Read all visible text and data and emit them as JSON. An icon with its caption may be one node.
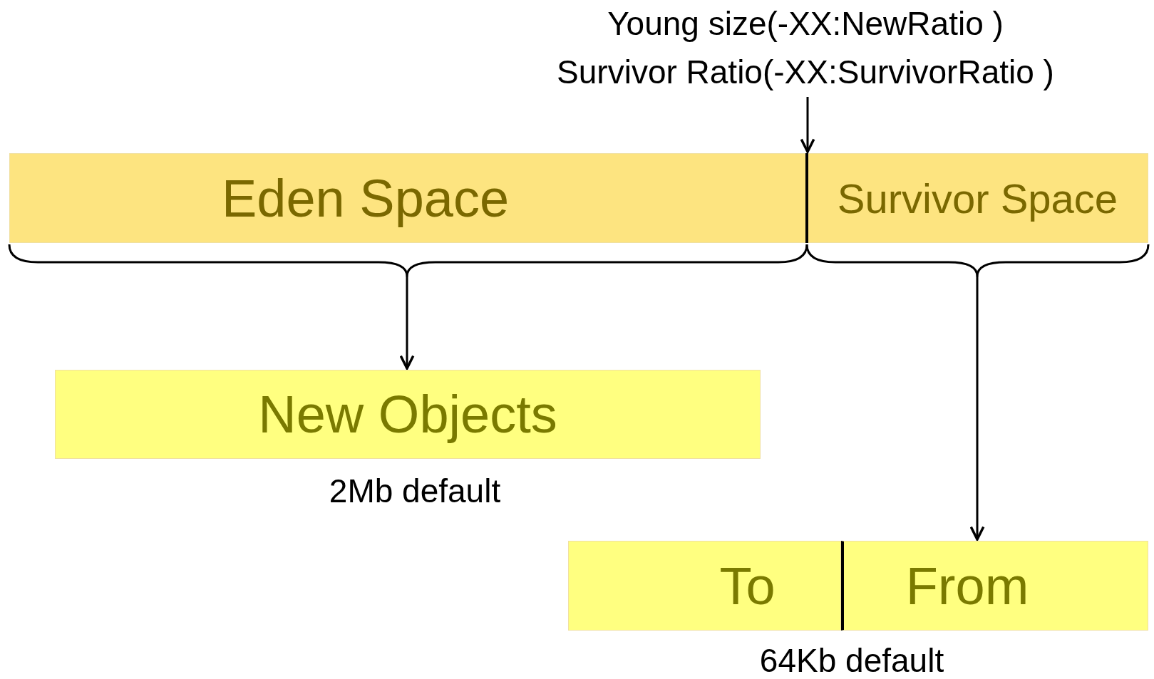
{
  "diagram": {
    "nodes": [
      {
        "text": [
          "Young size(-XX:NewRatio )",
          "Survivor Ratio(-XX:SurvivorRatio )"
        ]
      },
      {
        "text": [
          "Eden Space"
        ]
      },
      {
        "text": [
          "Survivor Space"
        ]
      },
      {
        "text": [
          "New Objects"
        ],
        "beside": [
          "2Mb default"
        ]
      },
      {
        "text": [
          "To"
        ]
      },
      {
        "text": [
          "From"
        ]
      },
      {
        "text": [],
        "shape": "bar"
      }
    ],
    "edges": [
      {
        "from": 0,
        "to": 6,
        "arrow": "to"
      },
      {
        "from": 1,
        "to": 3,
        "arrow": "to"
      },
      {
        "from": 2,
        "to": 5,
        "arrow": "to"
      }
    ],
    "labels": [
      "64Kb default"
    ]
  }
}
